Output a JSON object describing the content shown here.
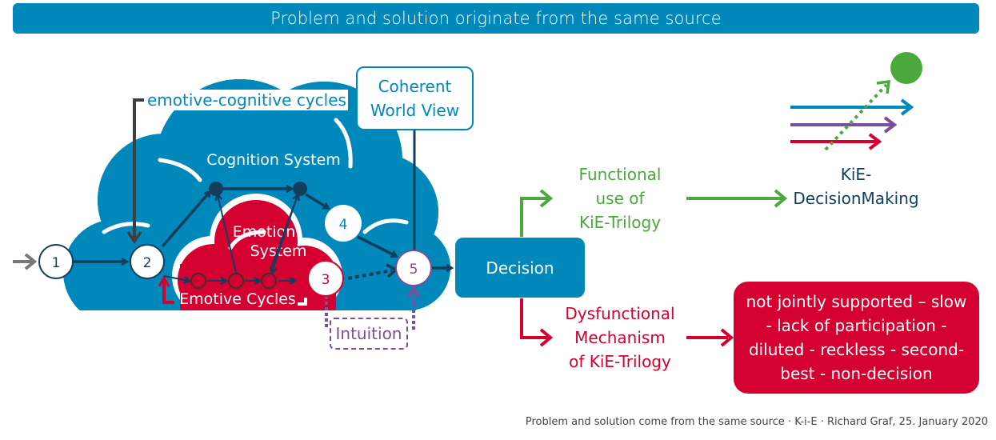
{
  "banner": {
    "title": "Problem and solution originate from the same source"
  },
  "cycles_label": "emotive-cognitive cycles",
  "coherent_world_view": [
    "Coherent",
    "World View"
  ],
  "cognition_system": "Cognition System",
  "emotion_system": [
    "Emotion",
    "System"
  ],
  "emotive_cycles": "Emotive Cycles",
  "intuition": "Intuition",
  "nodes": [
    "1",
    "2",
    "3",
    "4",
    "5"
  ],
  "decision": "Decision",
  "functional": [
    "Functional",
    "use of",
    "KiE-Trilogy"
  ],
  "dysfunctional": [
    "Dysfunctional",
    "Mechanism",
    "of KiE-Trilogy"
  ],
  "kie_decision": [
    "KiE-",
    "DecisionMaking"
  ],
  "dysfunction_outcomes": [
    "not jointly supported – slow",
    "- lack of participation -",
    "diluted - reckless - second-",
    "best - non-decision"
  ],
  "footer": "Problem and solution come from the same source · K-i-E · Richard Graf, 25. January 2020",
  "colors": {
    "blue": "#0088bb",
    "navy": "#123d5c",
    "red": "#d40030",
    "green": "#4aa83c",
    "purple": "#7a4f9a",
    "gray": "#6b6b6b"
  }
}
